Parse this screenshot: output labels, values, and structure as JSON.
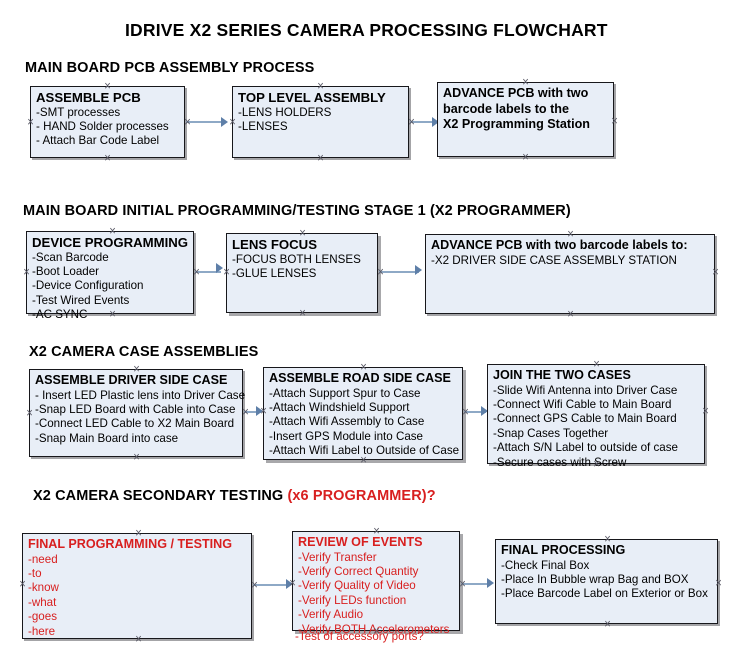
{
  "title": "IDRIVE X2  SERIES CAMERA PROCESSING FLOWCHART",
  "sections": [
    {
      "heading": "MAIN BOARD PCB ASSEMBLY PROCESS",
      "heading_accent": "",
      "boxes": [
        {
          "title": "ASSEMBLE PCB",
          "lines": [
            "-SMT processes",
            "- HAND Solder processes",
            "- Attach Bar Code Label"
          ]
        },
        {
          "title": "TOP LEVEL ASSEMBLY",
          "lines": [
            "-LENS HOLDERS",
            "-LENSES"
          ]
        },
        {
          "title": "ADVANCE PCB with two",
          "lines": [
            "barcode labels to the",
            " X2 Programming Station"
          ]
        }
      ]
    },
    {
      "heading": "MAIN BOARD INITIAL PROGRAMMING/TESTING STAGE 1 (X2 PROGRAMMER)",
      "heading_accent": "",
      "boxes": [
        {
          "title": "DEVICE PROGRAMMING",
          "lines": [
            "-Scan Barcode",
            "-Boot Loader",
            "-Device Configuration",
            "-Test Wired Events",
            "-AC SYNC"
          ]
        },
        {
          "title": "LENS FOCUS",
          "lines": [
            "-FOCUS BOTH LENSES",
            "-GLUE LENSES"
          ]
        },
        {
          "title": "ADVANCE PCB with two barcode labels to:",
          "lines": [
            "-X2 DRIVER  SIDE  CASE  ASSEMBLY STATION"
          ]
        }
      ]
    },
    {
      "heading": "X2 CAMERA CASE ASSEMBLIES",
      "heading_accent": "",
      "boxes": [
        {
          "title": "ASSEMBLE DRIVER SIDE CASE",
          "lines": [
            "- Insert LED Plastic lens into Driver Case",
            "-Snap LED Board with Cable into Case",
            "-Connect LED Cable to X2 Main Board",
            "-Snap Main Board into case"
          ]
        },
        {
          "title": "ASSEMBLE ROAD SIDE CASE",
          "lines": [
            "-Attach Support Spur to Case",
            "-Attach Windshield Support",
            "-Attach Wifi Assembly to Case",
            "-Insert GPS Module into Case",
            "-Attach Wifi Label to Outside of Case"
          ]
        },
        {
          "title": "JOIN THE TWO CASES",
          "lines": [
            "-Slide Wifi Antenna into Driver Case",
            "-Connect Wifi Cable to Main Board",
            "-Connect GPS Cable to Main Board",
            "-Snap Cases Together",
            "-Attach S/N Label to outside of case",
            "-Secure cases with Screw"
          ]
        }
      ]
    },
    {
      "heading": "X2 CAMERA SECONDARY TESTING ",
      "heading_accent": "(x6 PROGRAMMER)?",
      "boxes": [
        {
          "title": "FINAL PROGRAMMING / TESTING",
          "lines": [
            "-need",
            "-to",
            "-know",
            "-what",
            "-goes",
            "-here"
          ]
        },
        {
          "title": "REVIEW OF EVENTS",
          "lines": [
            "-Verify Transfer",
            "-Verify Correct Quantity",
            "-Verify Quality of Video",
            "-Verify LEDs function",
            "-Verify Audio",
            "-Verify BOTH Accelerometers"
          ],
          "overflow_line": "-Test of accessory ports?"
        },
        {
          "title": "FINAL PROCESSING",
          "lines": [
            " -Check Final Box",
            "-Place In Bubble wrap Bag and BOX",
            "-Place Barcode Label on Exterior or Box"
          ]
        }
      ]
    }
  ],
  "colors": {
    "box_fill": "#e8eef7",
    "box_border": "#17171b",
    "connector": "#8ea9c6",
    "accent_red": "#d81f1f",
    "text": "#000000"
  }
}
